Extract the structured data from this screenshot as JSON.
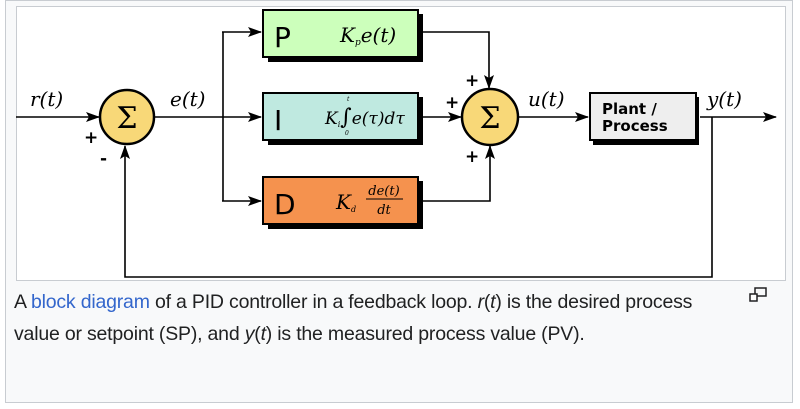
{
  "diagram": {
    "signals": {
      "r": "r(t)",
      "e": "e(t)",
      "u": "u(t)",
      "y": "y(t)"
    },
    "summing_junctions": [
      {
        "symbol": "Σ",
        "signs": {
          "left": "+",
          "bottom": "-"
        }
      },
      {
        "symbol": "Σ",
        "signs": {
          "top": "+",
          "left": "+",
          "bottom": "+"
        }
      }
    ],
    "blocks": {
      "p": {
        "letter": "P",
        "formula_k": "K",
        "formula_sub": "p",
        "formula_rest": "e(t)",
        "color": "#ccffbb"
      },
      "i": {
        "letter": "I",
        "formula_k": "K",
        "formula_sub": "i",
        "formula_rest": "e(τ)dτ",
        "integral_upper": "t",
        "integral_lower": "0",
        "color": "#bfe9e0"
      },
      "d": {
        "letter": "D",
        "formula_k": "K",
        "formula_sub": "d",
        "frac_num": "de(t)",
        "frac_den": "dt",
        "color": "#f5924e"
      },
      "plant": {
        "line1": "Plant /",
        "line2": "Process",
        "color": "#eeeeee"
      }
    },
    "sum_color": "#f8d878"
  },
  "caption": {
    "prefix": "A ",
    "link": "block diagram",
    "part1": " of a PID controller in a feedback loop. ",
    "r_var": "r",
    "r_arg": "(t)",
    "part2": " is the desired process value or setpoint (SP), and ",
    "y_var": "y",
    "y_arg": "(t)",
    "part3": " is the measured process value (PV)."
  },
  "magnify_icon": "enlarge-icon",
  "colors": {
    "link": "#3366cc",
    "text": "#202122",
    "border": "#c8ccd1"
  }
}
